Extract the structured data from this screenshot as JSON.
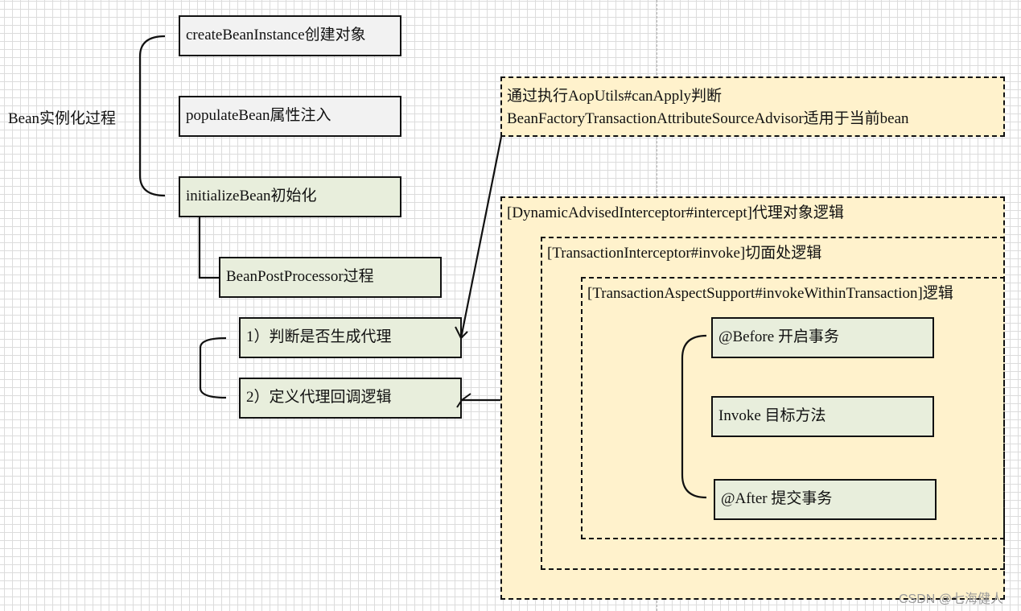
{
  "diagram": {
    "root_label": "Bean实例化过程",
    "steps": [
      {
        "label": "createBeanInstance创建对象"
      },
      {
        "label": "populateBean属性注入"
      },
      {
        "label": "initializeBean初始化"
      }
    ],
    "post_processor": {
      "label": "BeanPostProcessor过程"
    },
    "sub_steps": [
      {
        "label": "1）判断是否生成代理"
      },
      {
        "label": "2）定义代理回调逻辑"
      }
    ],
    "can_apply_note": {
      "line1": "通过执行AopUtils#canApply判断",
      "line2": "BeanFactoryTransactionAttributeSourceAdvisor适用于当前bean"
    },
    "proxy_logic": {
      "outer_title": "[DynamicAdvisedInterceptor#intercept]代理对象逻辑",
      "middle_title": "[TransactionInterceptor#invoke]切面处逻辑",
      "inner_title": "[TransactionAspectSupport#invokeWithinTransaction]逻辑",
      "advice": [
        {
          "label": "@Before 开启事务"
        },
        {
          "label": "Invoke 目标方法"
        },
        {
          "label": "@After 提交事务"
        }
      ]
    },
    "colors": {
      "gray_box": "#f2f2f2",
      "green_box": "#e8eedc",
      "note_fill": "#fff2cc",
      "stroke": "#111111"
    }
  },
  "watermark": "CSDN @七海健人"
}
